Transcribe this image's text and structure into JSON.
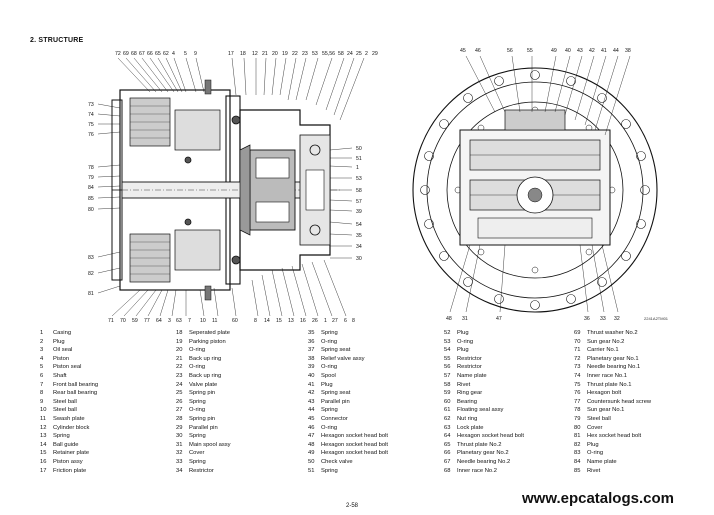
{
  "section_title": "2. STRUCTURE",
  "drawing_code": "2241A2TM01",
  "page_number": "2-58",
  "watermark": "www.epcatalogs.com",
  "left_top_callouts": [
    "72",
    "69",
    "68",
    "67",
    "66",
    "65",
    "62",
    "4",
    "5",
    "9",
    "17",
    "18",
    "12",
    "21",
    "20",
    "19",
    "22",
    "23",
    "53",
    "55,56",
    "58",
    "24",
    "25",
    "2",
    "29"
  ],
  "left_side_callouts": [
    "73",
    "74",
    "75",
    "76",
    "78",
    "79",
    "84",
    "85",
    "80",
    "83",
    "82",
    "81"
  ],
  "right_side_callouts": [
    "50",
    "51",
    "1",
    "53",
    "58",
    "57",
    "39",
    "54",
    "35",
    "34",
    "30"
  ],
  "left_bottom_callouts": [
    "71",
    "70",
    "59",
    "77",
    "64",
    "3",
    "63",
    "7",
    "10",
    "11",
    "60",
    "8",
    "14",
    "15",
    "13",
    "16",
    "26",
    "1",
    "27",
    "6",
    "8"
  ],
  "right_top_callouts": [
    "45",
    "46",
    "56",
    "55",
    "49",
    "40",
    "43",
    "42",
    "41",
    "44",
    "38"
  ],
  "right_bottom_callouts": [
    "48",
    "31",
    "47",
    "36",
    "33",
    "32"
  ],
  "parts": [
    [
      {
        "n": "1",
        "name": "Casing"
      },
      {
        "n": "2",
        "name": "Plug"
      },
      {
        "n": "3",
        "name": "Oil seal"
      },
      {
        "n": "4",
        "name": "Piston"
      },
      {
        "n": "5",
        "name": "Piston seal"
      },
      {
        "n": "6",
        "name": "Shaft"
      },
      {
        "n": "7",
        "name": "Front ball bearing"
      },
      {
        "n": "8",
        "name": "Rear ball bearing"
      },
      {
        "n": "9",
        "name": "Steel ball"
      },
      {
        "n": "10",
        "name": "Steel ball"
      },
      {
        "n": "11",
        "name": "Swash plate"
      },
      {
        "n": "12",
        "name": "Cylinder block"
      },
      {
        "n": "13",
        "name": "Spring"
      },
      {
        "n": "14",
        "name": "Ball guide"
      },
      {
        "n": "15",
        "name": "Retainer plate"
      },
      {
        "n": "16",
        "name": "Piston assy"
      },
      {
        "n": "17",
        "name": "Friction plate"
      }
    ],
    [
      {
        "n": "18",
        "name": "Seperated plate"
      },
      {
        "n": "19",
        "name": "Parking piston"
      },
      {
        "n": "20",
        "name": "O-ring"
      },
      {
        "n": "21",
        "name": "Back up ring"
      },
      {
        "n": "22",
        "name": "O-ring"
      },
      {
        "n": "23",
        "name": "Back up ring"
      },
      {
        "n": "24",
        "name": "Valve plate"
      },
      {
        "n": "25",
        "name": "Spring pin"
      },
      {
        "n": "26",
        "name": "Spring"
      },
      {
        "n": "27",
        "name": "O-ring"
      },
      {
        "n": "28",
        "name": "Spring pin"
      },
      {
        "n": "29",
        "name": "Parallel pin"
      },
      {
        "n": "30",
        "name": "Spring"
      },
      {
        "n": "31",
        "name": "Main spool assy"
      },
      {
        "n": "32",
        "name": "Cover"
      },
      {
        "n": "33",
        "name": "Spring"
      },
      {
        "n": "34",
        "name": "Restrictor"
      }
    ],
    [
      {
        "n": "35",
        "name": "Spring"
      },
      {
        "n": "36",
        "name": "O-ring"
      },
      {
        "n": "37",
        "name": "Spring seat"
      },
      {
        "n": "38",
        "name": "Relief valve assy"
      },
      {
        "n": "39",
        "name": "O-ring"
      },
      {
        "n": "40",
        "name": "Spool"
      },
      {
        "n": "41",
        "name": "Plug"
      },
      {
        "n": "42",
        "name": "Spring seat"
      },
      {
        "n": "43",
        "name": "Parallel pin"
      },
      {
        "n": "44",
        "name": "Spring"
      },
      {
        "n": "45",
        "name": "Connector"
      },
      {
        "n": "46",
        "name": "O-ring"
      },
      {
        "n": "47",
        "name": "Hexagon socket head bolt"
      },
      {
        "n": "48",
        "name": "Hexagon socket head bolt"
      },
      {
        "n": "49",
        "name": "Hexagon socket head bolt"
      },
      {
        "n": "50",
        "name": "Check valve"
      },
      {
        "n": "51",
        "name": "Spring"
      }
    ],
    [
      {
        "n": "52",
        "name": "Plug"
      },
      {
        "n": "53",
        "name": "O-ring"
      },
      {
        "n": "54",
        "name": "Plug"
      },
      {
        "n": "55",
        "name": "Restrictor"
      },
      {
        "n": "56",
        "name": "Restrictor"
      },
      {
        "n": "57",
        "name": "Name plate"
      },
      {
        "n": "58",
        "name": "Rivet"
      },
      {
        "n": "59",
        "name": "Ring gear"
      },
      {
        "n": "60",
        "name": "Bearing"
      },
      {
        "n": "61",
        "name": "Floating seal assy"
      },
      {
        "n": "62",
        "name": "Nut ring"
      },
      {
        "n": "63",
        "name": "Lock plate"
      },
      {
        "n": "64",
        "name": "Hexagon socket head bolt"
      },
      {
        "n": "65",
        "name": "Thrust plate No.2"
      },
      {
        "n": "66",
        "name": "Planetary gear No.2"
      },
      {
        "n": "67",
        "name": "Needle bearing No.2"
      },
      {
        "n": "68",
        "name": "Inner race No.2"
      }
    ],
    [
      {
        "n": "69",
        "name": "Thrust washer No.2"
      },
      {
        "n": "70",
        "name": "Sun gear No.2"
      },
      {
        "n": "71",
        "name": "Carrier No.1"
      },
      {
        "n": "72",
        "name": "Planetary gear No.1"
      },
      {
        "n": "73",
        "name": "Needle bearing No.1"
      },
      {
        "n": "74",
        "name": "Inner race No.1"
      },
      {
        "n": "75",
        "name": "Thrust plate No.1"
      },
      {
        "n": "76",
        "name": "Hexagon bolt"
      },
      {
        "n": "77",
        "name": "Countersunk head screw"
      },
      {
        "n": "78",
        "name": "Sun gear No.1"
      },
      {
        "n": "79",
        "name": "Steel ball"
      },
      {
        "n": "80",
        "name": "Cover"
      },
      {
        "n": "81",
        "name": "Hex socket head bolt"
      },
      {
        "n": "82",
        "name": "Plug"
      },
      {
        "n": "83",
        "name": "O-ring"
      },
      {
        "n": "84",
        "name": "Name plate"
      },
      {
        "n": "85",
        "name": "Rivet"
      }
    ]
  ]
}
